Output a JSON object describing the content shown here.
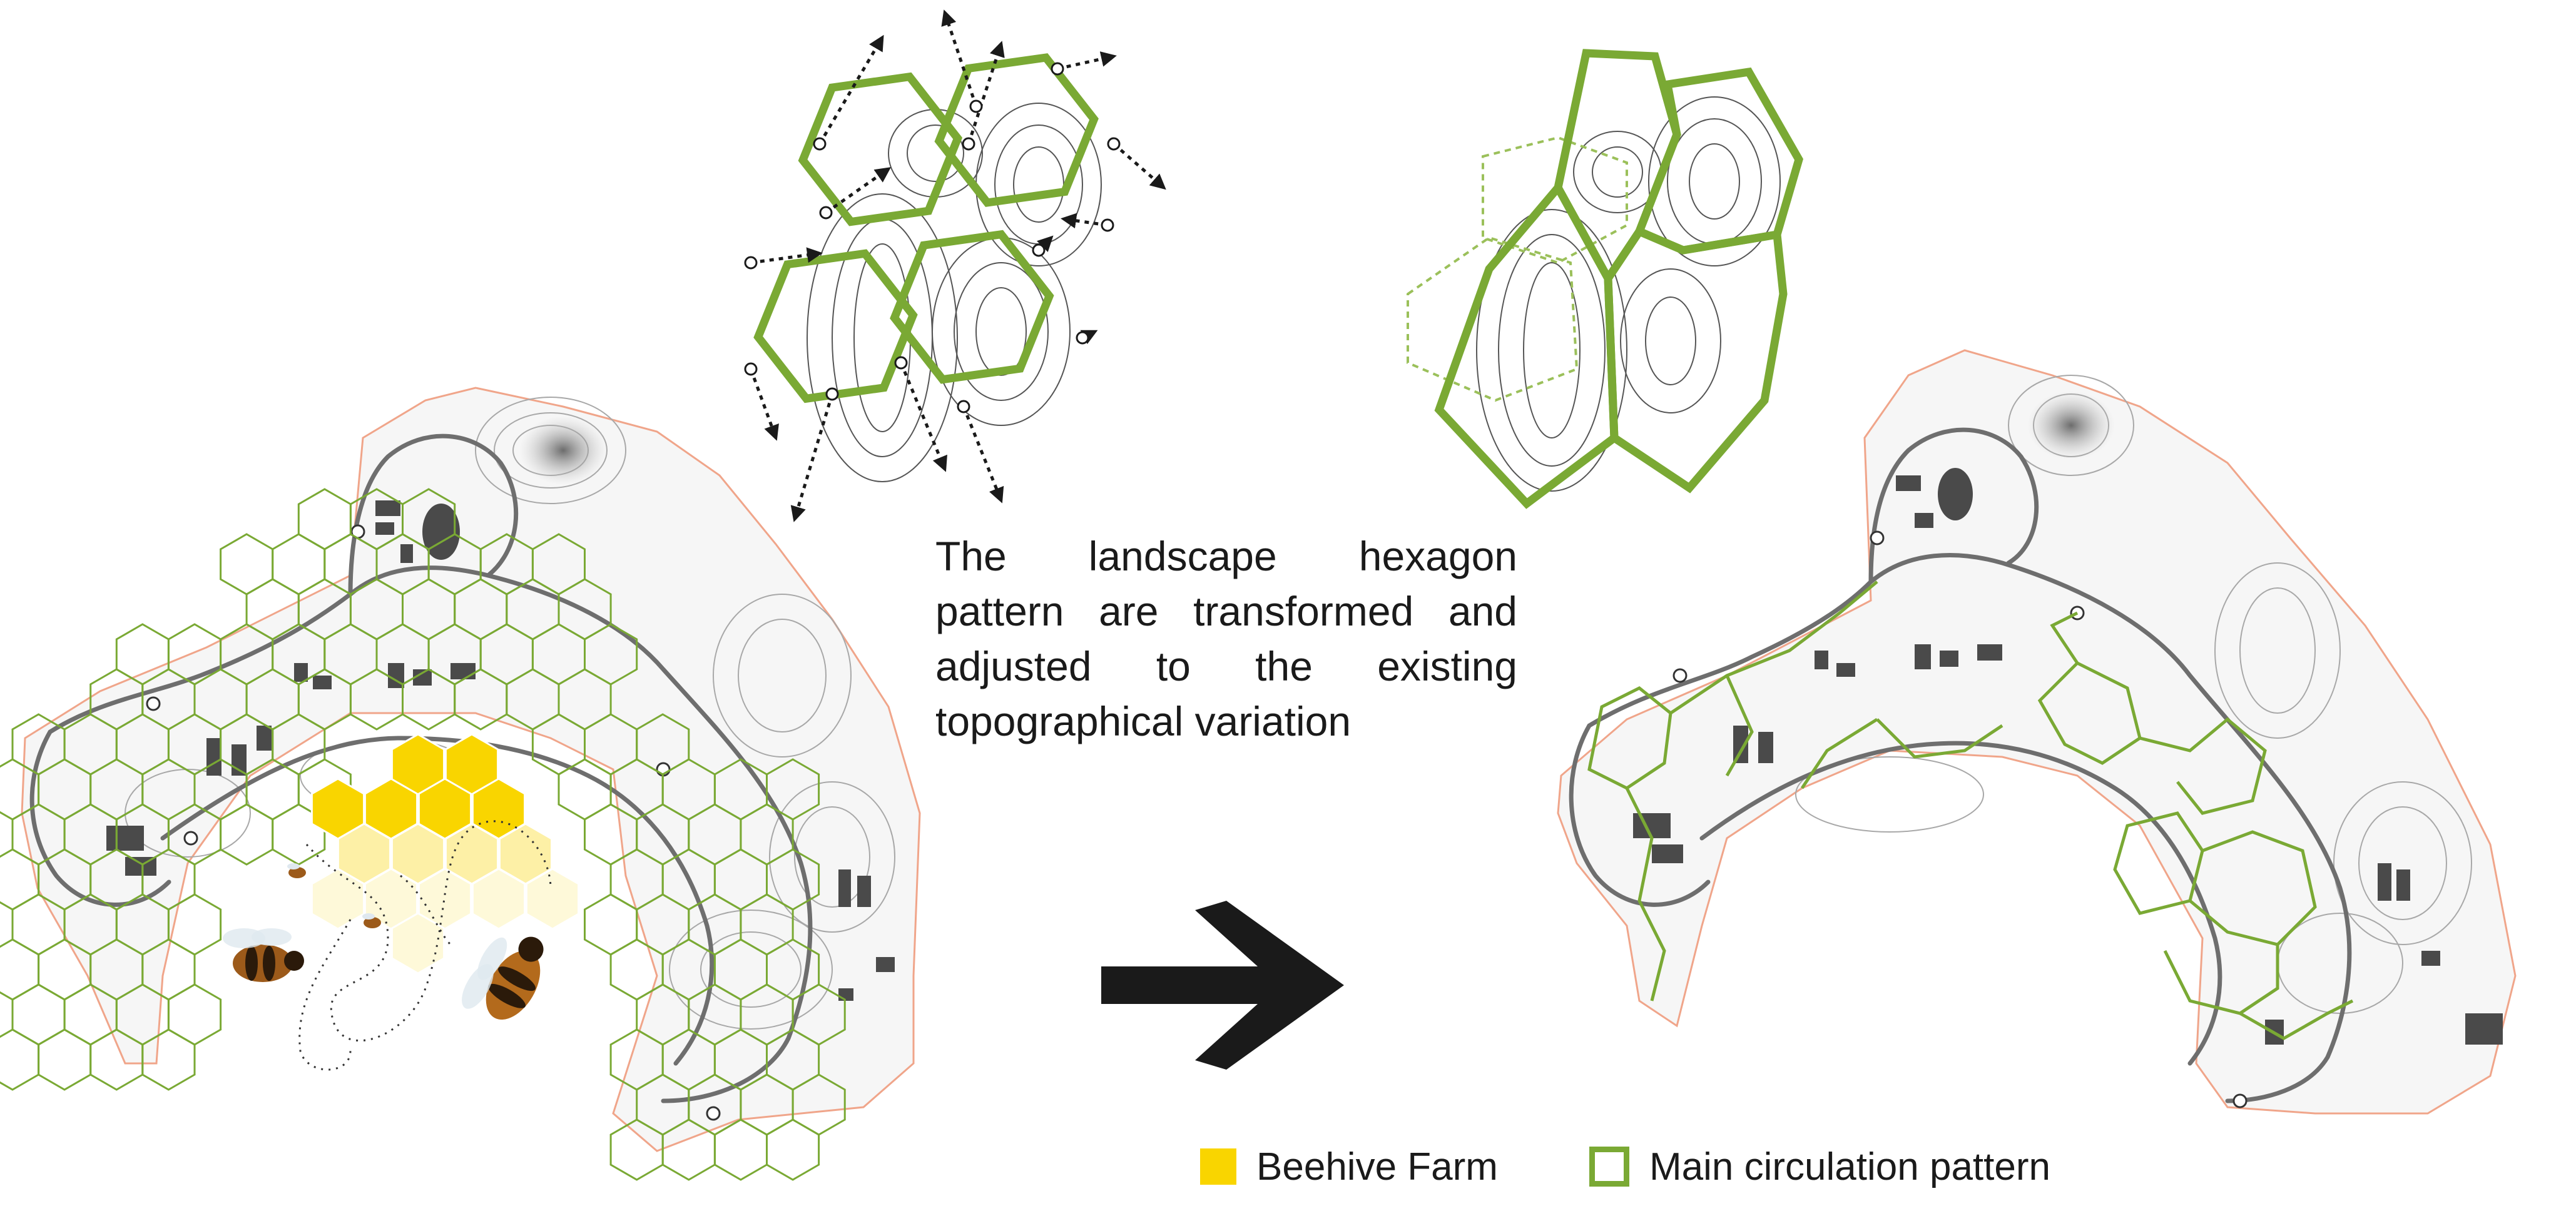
{
  "caption": {
    "line1": "The landscape hexagon",
    "line2": "pattern are transformed and",
    "line3": "adjusted to the existing",
    "line4": "topographical variation"
  },
  "legend": [
    {
      "label": "Beehive Farm",
      "color": "#f9d500",
      "style": "filled-square"
    },
    {
      "label": "Main circulation pattern",
      "color": "#7aa934",
      "style": "outlined-square"
    }
  ],
  "colors": {
    "hex_green": "#7aa934",
    "beehive_yellow": "#f9d500",
    "arrow": "#1a1a1a",
    "site_boundary": "#f0a58a",
    "contour": "#9a9a9a",
    "road": "#6e6e6e",
    "building": "#4a4a4a"
  },
  "icons": [
    "bee-icon",
    "arrow-right-icon",
    "dashed-arrow-icon"
  ]
}
